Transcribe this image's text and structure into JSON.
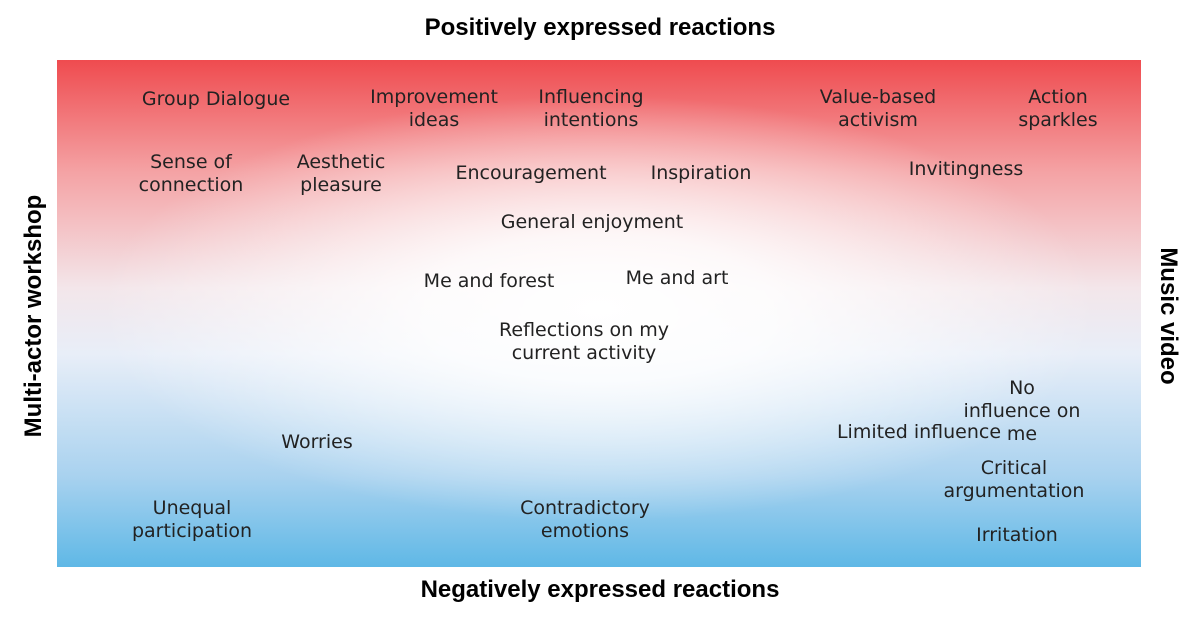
{
  "axes": {
    "top": "Positively expressed reactions",
    "bottom": "Negatively expressed reactions",
    "left": "Multi-actor workshop",
    "right": "Music video"
  },
  "terms": [
    "Group Dialogue",
    "Improvement\nideas",
    "Influencing\nintentions",
    "Value-based\nactivism",
    "Action\nsparkles",
    "Sense of\nconnection",
    "Aesthetic\npleasure",
    "Encouragement",
    "Inspiration",
    "Invitingness",
    "General enjoyment",
    "Me and forest",
    "Me and art",
    "Reflections on my\ncurrent activity",
    "No influence on me",
    "Limited influence",
    "Worries",
    "Critical\nargumentation",
    "Unequal\nparticipation",
    "Contradictory\nemotions",
    "Irritation"
  ],
  "colors": {
    "positive": "#ef4b4f",
    "negative": "#5fb8e6"
  }
}
